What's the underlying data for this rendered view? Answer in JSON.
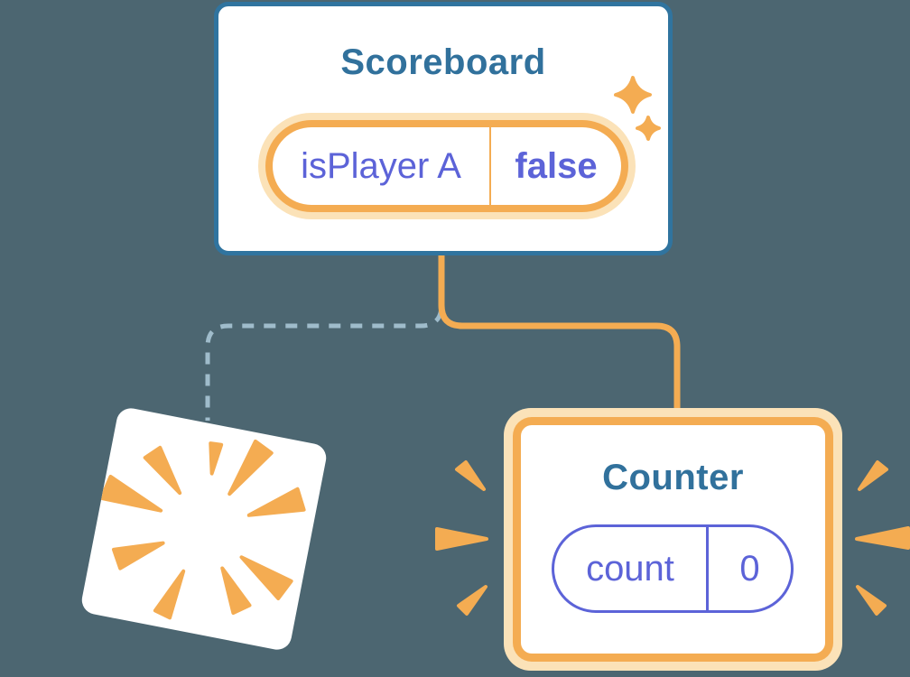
{
  "diagram": {
    "scoreboard": {
      "title": "Scoreboard",
      "state": {
        "label": "isPlayer A",
        "value": "false"
      }
    },
    "counter": {
      "title": "Counter",
      "state": {
        "label": "count",
        "value": "0"
      }
    },
    "destroyed_component": {
      "description": "removed component shown as blank card with poof burst"
    },
    "icons": {
      "sparkles": "sparkles-icon",
      "burst": "burst-icon",
      "emphasis": "emphasis-marks-icon"
    },
    "colors": {
      "background_color": "#4C6671",
      "card_border_blue": "#30749F",
      "title_text": "#31719C",
      "state_text": "#5C63D8",
      "highlight_orange": "#F4AC52",
      "highlight_orange_light": "#FBE2B8",
      "dashed_connector": "#9FBCCB",
      "card_background": "#FFFFFF"
    }
  }
}
